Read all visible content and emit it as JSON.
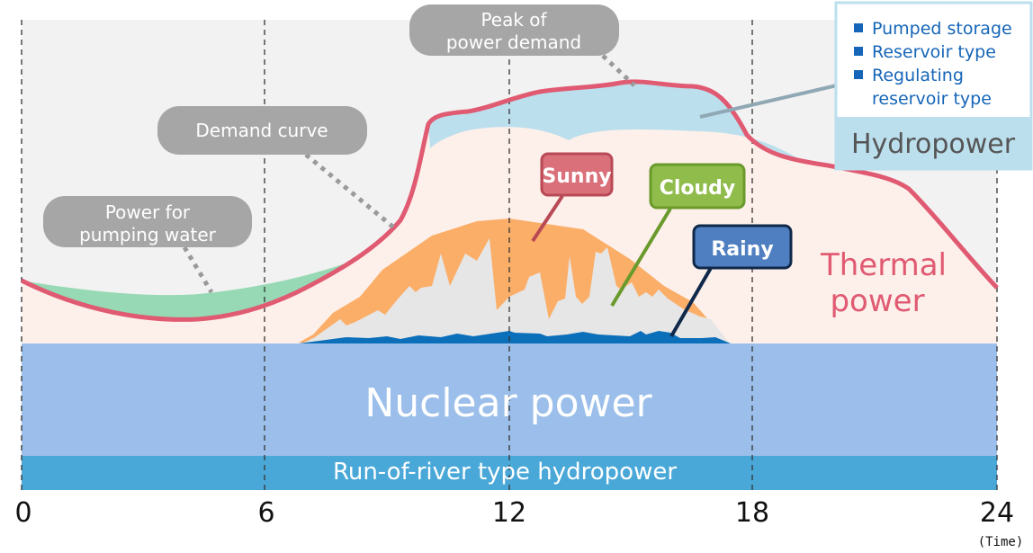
{
  "callouts": {
    "peak": [
      "Peak of",
      "power demand"
    ],
    "demand_curve": "Demand curve",
    "pumping": [
      "Power for",
      "pumping water"
    ]
  },
  "weather": {
    "sunny": "Sunny",
    "cloudy": "Cloudy",
    "rainy": "Rainy"
  },
  "legend": {
    "items": [
      "Pumped storage",
      "Reservoir type",
      "Regulating",
      "reservoir type"
    ],
    "title": "Hydropower"
  },
  "layers": {
    "thermal": [
      "Thermal",
      "power"
    ],
    "nuclear": "Nuclear power",
    "run_of_river": "Run-of-river type hydropower"
  },
  "axis": {
    "ticks": [
      "0",
      "6",
      "12",
      "18",
      "24"
    ],
    "unit": "(Time)"
  },
  "colors": {
    "demand_curve": "#e05a72",
    "thermal": "#fdf0ea",
    "hydropower": "#bcdfee",
    "pumping": "#96d9b4",
    "solar_sunny": "#fbae68",
    "solar_cloudy": "#e6e6e6",
    "solar_rainy": "#0b6fba",
    "nuclear": "#9bbfea",
    "run_of_river": "#4aa8d8"
  }
}
